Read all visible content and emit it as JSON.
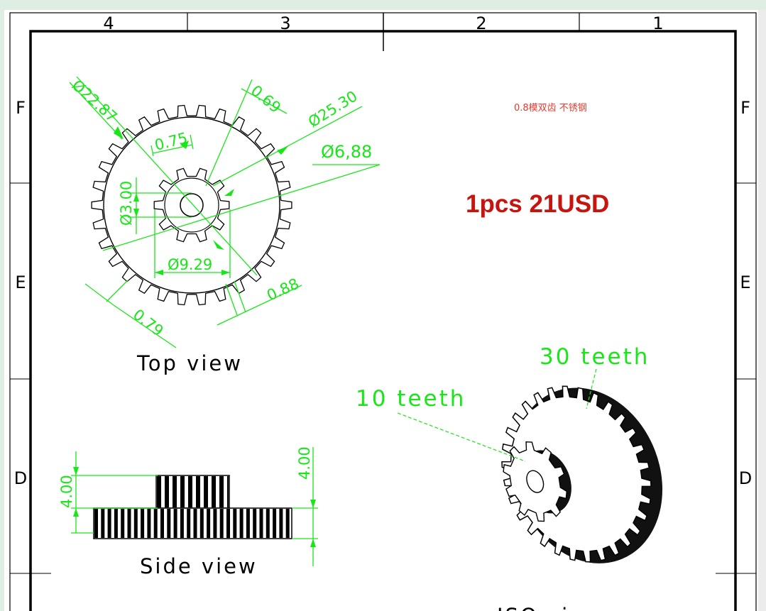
{
  "sheet": {
    "zone_columns": [
      "4",
      "3",
      "2",
      "1"
    ],
    "zone_rows": [
      "F",
      "E",
      "D"
    ],
    "colors": {
      "paper": "#ffffff",
      "frame": "#000000",
      "dimension": "#19e619",
      "note": "#e23b2e",
      "price": "#c6140e"
    }
  },
  "notes": {
    "module_note": "0.8模双齿 不锈钢",
    "price": "1pcs 21USD"
  },
  "top_view": {
    "caption": "Top view",
    "dimensions": {
      "d_22_87": "Ø22.87",
      "d_0_69": "0.69",
      "d_25_30": "Ø25.30",
      "d_0_75": "0.75",
      "d_6_88": "Ø6,88",
      "d_3_00": "Ø3.00",
      "d_9_29": "Ø9.29",
      "d_0_88": "0.88",
      "d_0_79": "0.79"
    }
  },
  "side_view": {
    "caption": "Side view",
    "dim_left": "4.00",
    "dim_right": "4.00"
  },
  "iso_view": {
    "callout_large": "30 teeth",
    "callout_small": "10 teeth",
    "caption_partial": "ISO view"
  }
}
